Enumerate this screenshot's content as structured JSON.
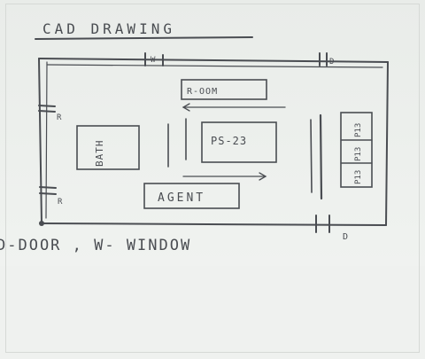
{
  "title": "CAD DRAWING",
  "rooms": {
    "top": "R-OOM",
    "bath": "BATH",
    "center": "PS-23",
    "agent": "AGENT",
    "right_upper": "P13",
    "right_middle": "P13",
    "right_lower": "P13"
  },
  "marks": {
    "window_top": "W",
    "door_top": "D",
    "r_upper": "R",
    "r_lower": "R",
    "door_bottom": "D"
  },
  "legend": "D-DOOR , W- WINDOW",
  "colors": {
    "ink": "#4a4d52",
    "paper": "#eef0ee"
  }
}
